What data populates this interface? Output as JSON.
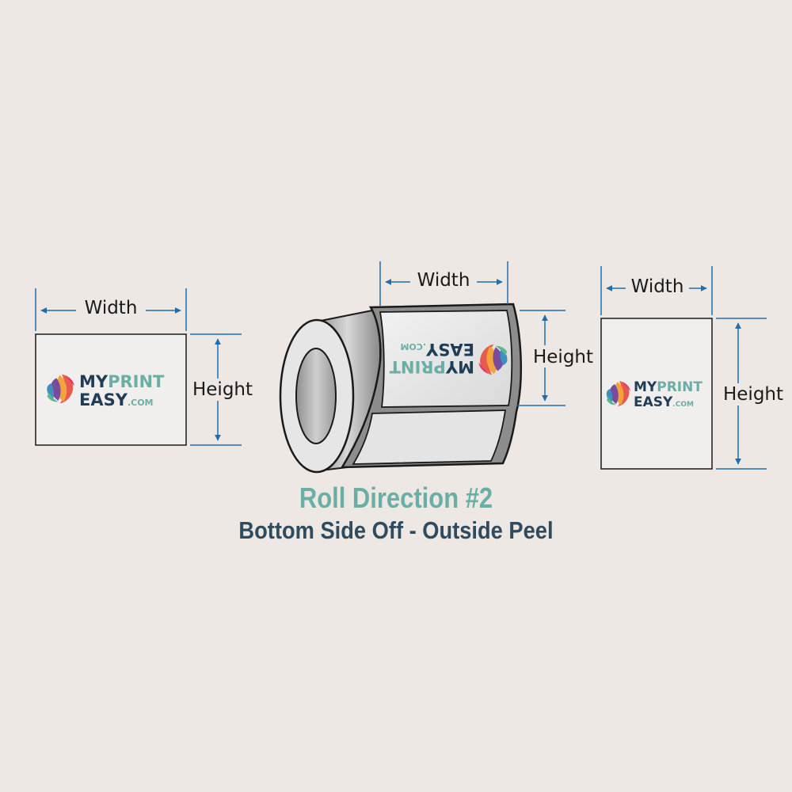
{
  "diagram": {
    "dimension_labels": {
      "width": "Width",
      "height": "Height"
    },
    "logo": {
      "line1_a": "MY",
      "line1_b": "PRINT",
      "line2_a": "EASY",
      "line2_b": ".COM"
    },
    "title": "Roll Direction #2",
    "subtitle": "Bottom Side Off - Outside Peel"
  },
  "colors": {
    "background": "#ede8e4",
    "dimension_line": "#1e6fb0",
    "title": "#6aaea5",
    "subtitle": "#2f4b5f",
    "logo_dark": "#1f3d57",
    "logo_teal": "#6aaea5"
  }
}
